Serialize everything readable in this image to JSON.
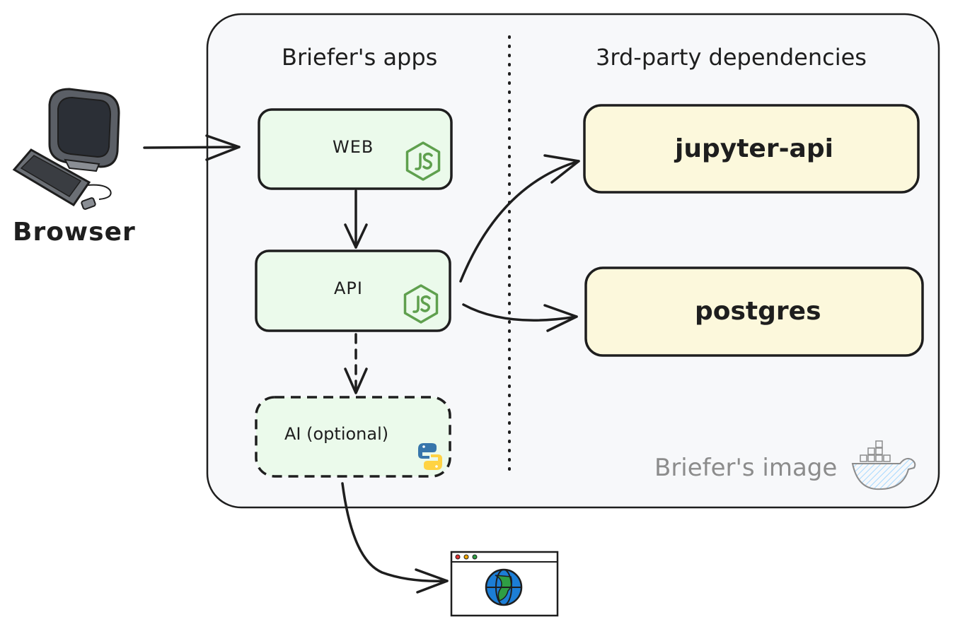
{
  "client": {
    "label": "Browser",
    "icon": "computer-icon"
  },
  "container": {
    "label": "Briefer's image",
    "icon": "docker-icon"
  },
  "sections": {
    "apps_title": "Briefer's apps",
    "deps_title": "3rd-party dependencies"
  },
  "apps": [
    {
      "id": "web",
      "label": "WEB",
      "icon": "nodejs-icon"
    },
    {
      "id": "api",
      "label": "API",
      "icon": "nodejs-icon"
    },
    {
      "id": "ai",
      "label": "AI (optional)",
      "icon": "python-icon"
    }
  ],
  "dependencies": [
    {
      "id": "jupyter",
      "label": "jupyter-api"
    },
    {
      "id": "postgres",
      "label": "postgres"
    }
  ],
  "external": {
    "icon": "web-browser-globe-icon"
  },
  "colors": {
    "app_fill": "#ebfaeb",
    "dep_fill": "#fcf8dc",
    "container_fill": "#f7f8fa",
    "node_green": "#5fa04e",
    "python_blue": "#3776ab",
    "python_yellow": "#ffd343",
    "docker_hatch": "#a5d8ff",
    "stroke": "#1e1e1e"
  }
}
